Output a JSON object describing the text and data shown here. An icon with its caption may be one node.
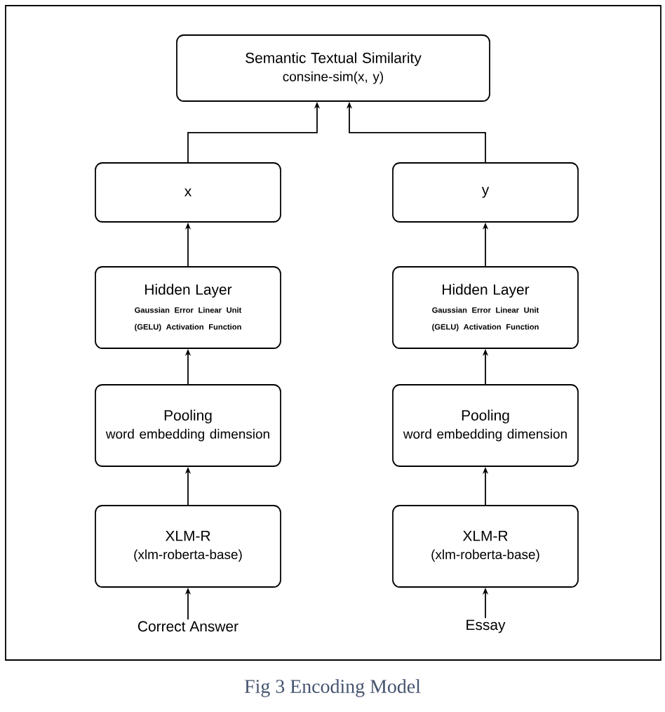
{
  "diagram": {
    "caption": "Fig 3 Encoding Model",
    "nodes": [
      {
        "text": [
          "Semantic Textual Similarity",
          "consine-sim(x, y)"
        ]
      },
      {
        "text": [
          "x"
        ]
      },
      {
        "text": [
          "y"
        ]
      },
      {
        "text": [
          "Hidden Layer",
          "Gaussian Error Linear Unit (GELU) Activation Function"
        ]
      },
      {
        "text": [
          "Hidden Layer",
          "Gaussian Error Linear Unit (GELU) Activation Function"
        ]
      },
      {
        "text": [
          "Pooling",
          "word embedding dimension"
        ]
      },
      {
        "text": [
          "Pooling",
          "word embedding dimension"
        ]
      },
      {
        "text": [
          "XLM-R",
          "(xlm-roberta-base)"
        ]
      },
      {
        "text": [
          "XLM-R",
          "(xlm-roberta-base)"
        ]
      },
      {
        "text": [
          "Correct Answer"
        ]
      },
      {
        "text": [
          "Essay"
        ]
      }
    ],
    "edges": [
      {
        "from": 9,
        "to": 7,
        "arrow": "to"
      },
      {
        "from": 7,
        "to": 5,
        "arrow": "to"
      },
      {
        "from": 5,
        "to": 3,
        "arrow": "to"
      },
      {
        "from": 3,
        "to": 1,
        "arrow": "to"
      },
      {
        "from": 1,
        "to": 0,
        "arrow": "to"
      },
      {
        "from": 10,
        "to": 8,
        "arrow": "to"
      },
      {
        "from": 8,
        "to": 6,
        "arrow": "to"
      },
      {
        "from": 6,
        "to": 4,
        "arrow": "to"
      },
      {
        "from": 4,
        "to": 2,
        "arrow": "to"
      },
      {
        "from": 2,
        "to": 0,
        "arrow": "to"
      }
    ]
  }
}
